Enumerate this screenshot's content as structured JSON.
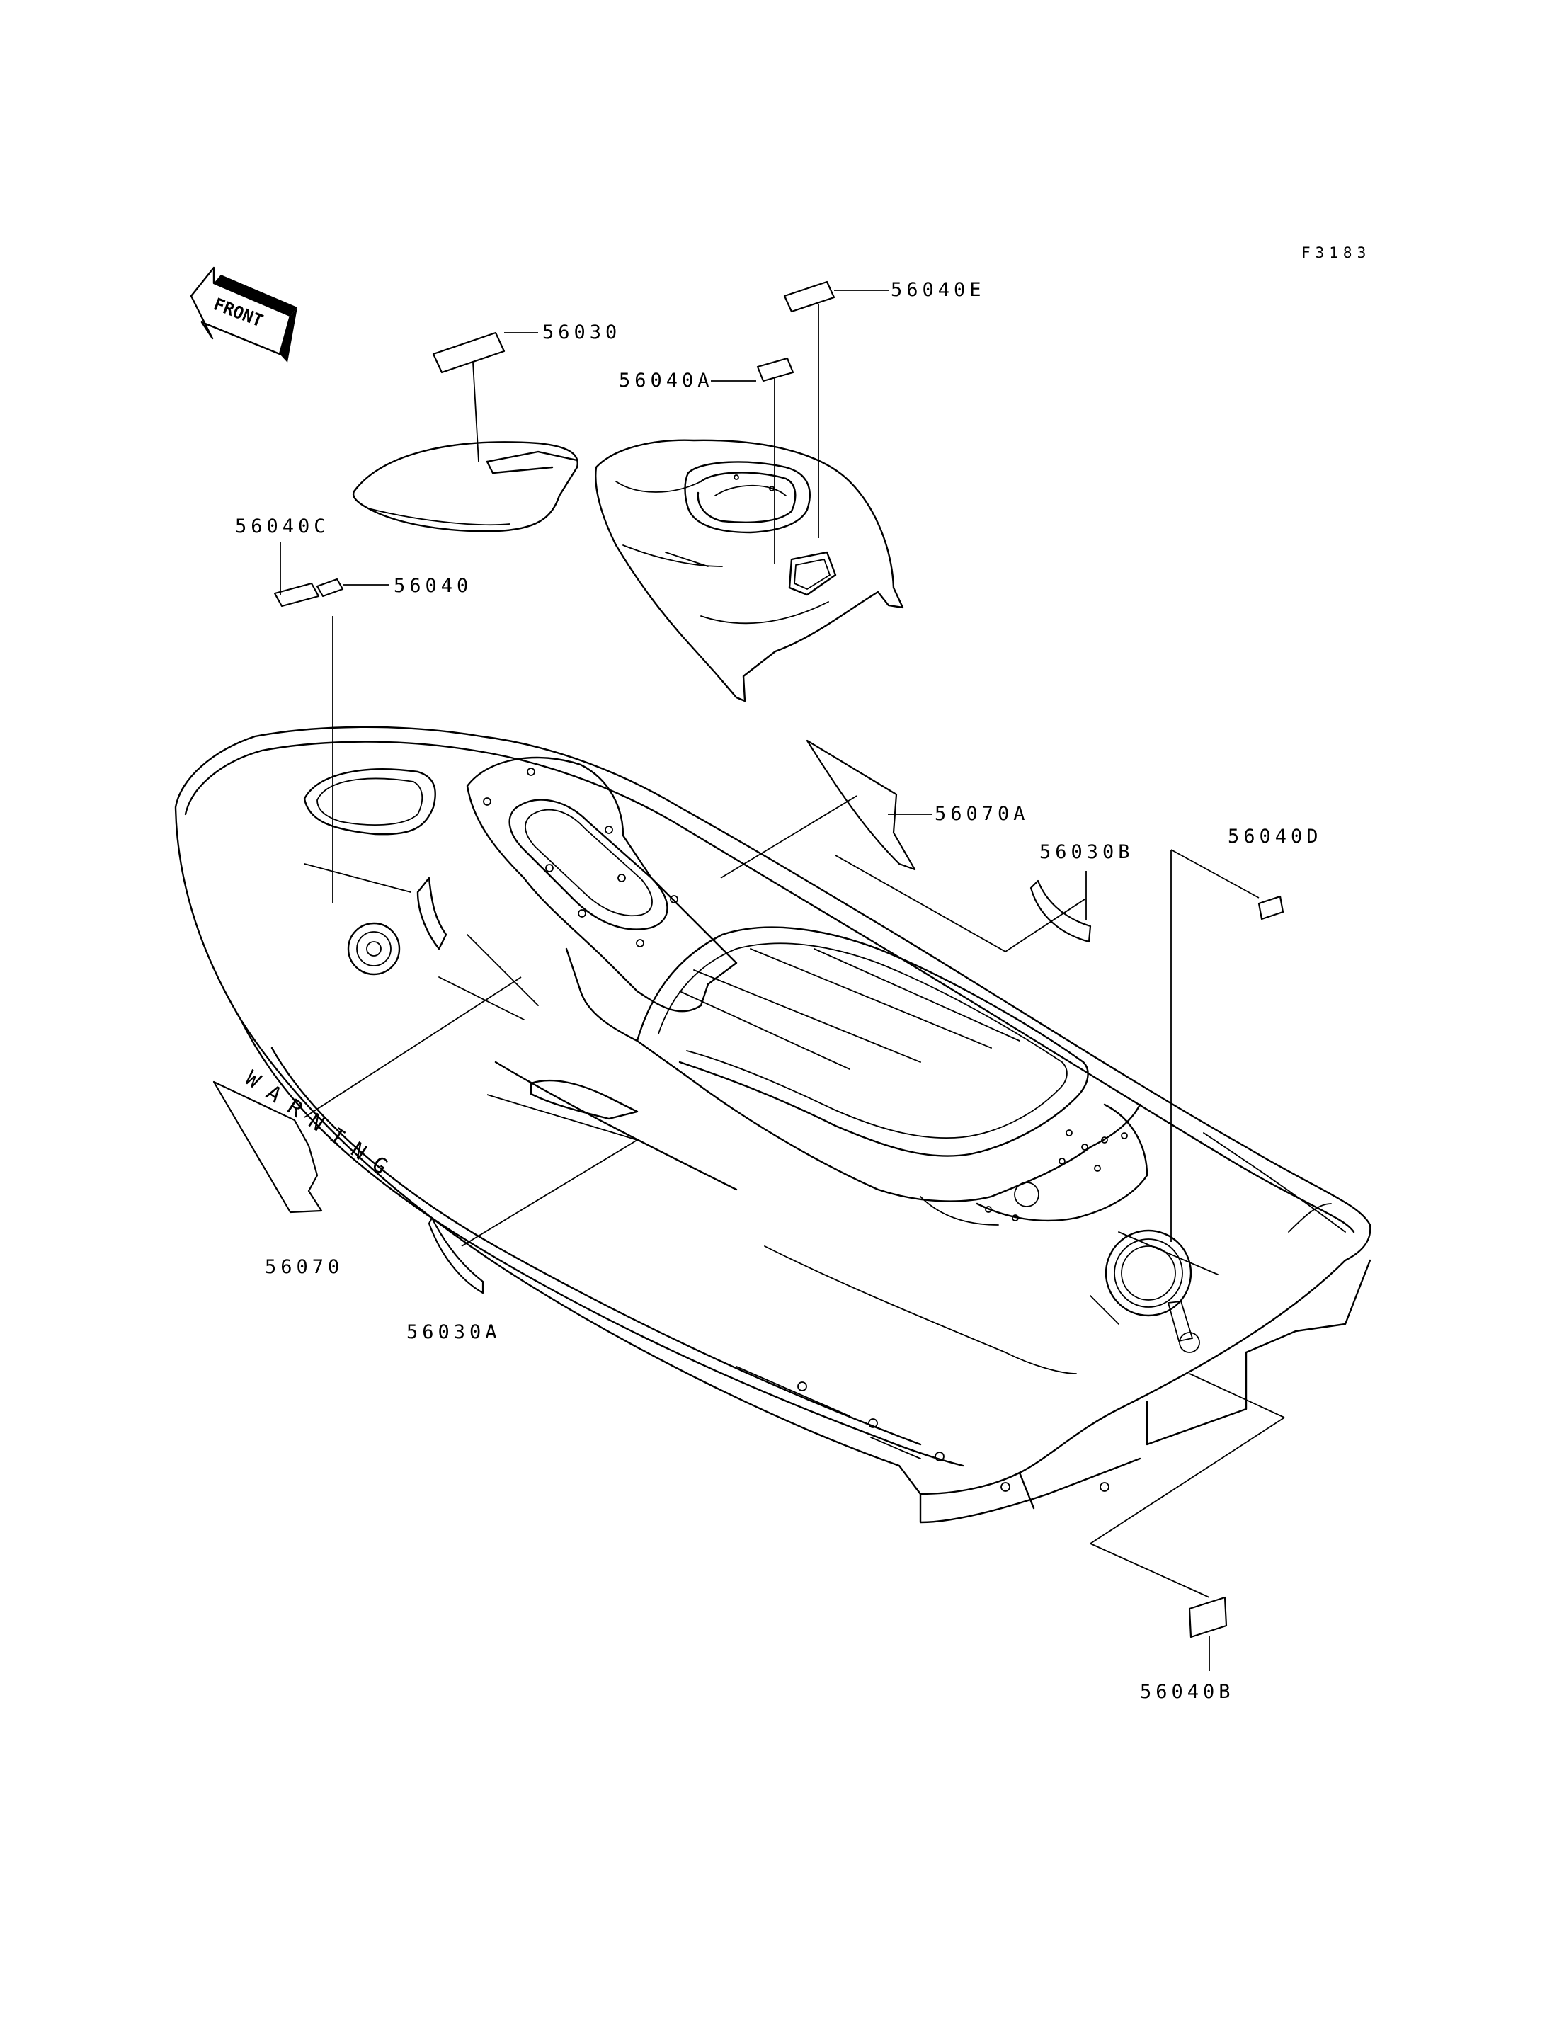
{
  "figure_code": "F3183",
  "direction_arrow": {
    "text": "FRONT",
    "icon": "front-arrow-icon"
  },
  "warning_decal_text": "WARNING",
  "part_labels": {
    "p56030": "56030",
    "p56040E": "56040E",
    "p56040A": "56040A",
    "p56040C": "56040C",
    "p56040": "56040",
    "p56070A": "56070A",
    "p56030B": "56030B",
    "p56040D": "56040D",
    "p56070": "56070",
    "p56030A": "56030A",
    "p56040B": "56040B"
  }
}
